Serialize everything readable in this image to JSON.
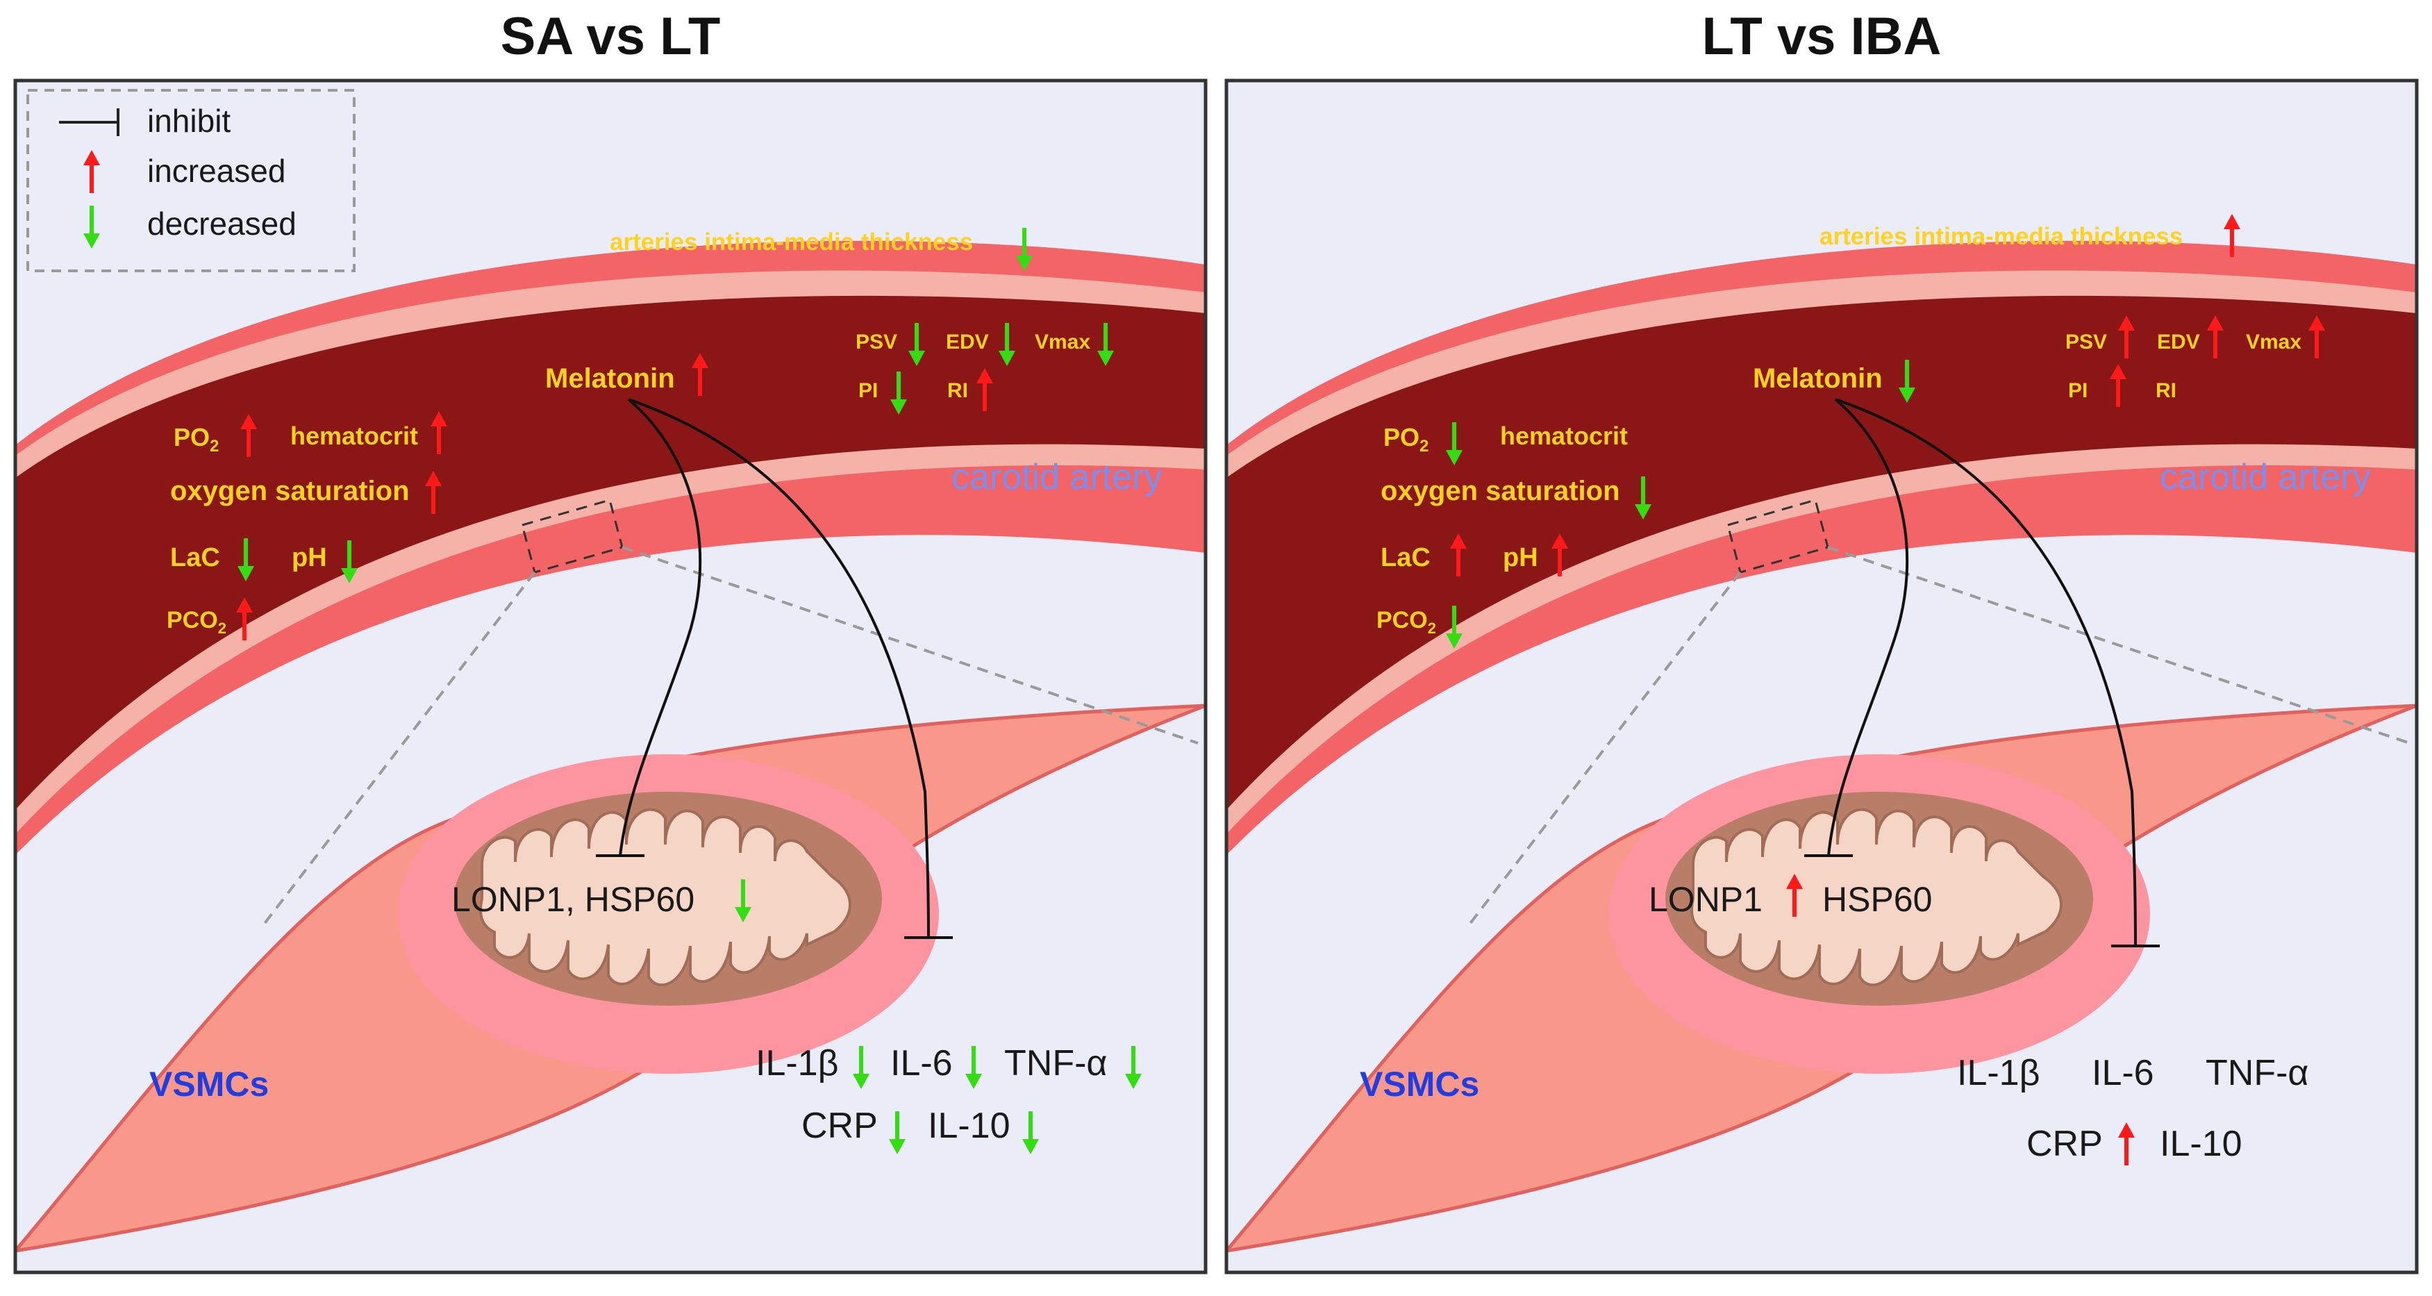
{
  "colors": {
    "panel_bg": "#eaecf8",
    "outer_wall": "#f26466",
    "inner_lining": "#f4b2a8",
    "lumen": "#8b1616",
    "cell_fill": "#f7988a",
    "mito_outer": "#b87e67",
    "mito_inner": "#f4d5c6",
    "increase_arrow": "#ff1a1a",
    "decrease_arrow": "#33dd11",
    "label_yellow": "#ffd21f",
    "carotid_label": "#7b8ff0",
    "vsmc_label": "#1f3de0"
  },
  "legend": {
    "inhibit": "inhibit",
    "increased": "increased",
    "decreased": "decreased"
  },
  "panels": [
    {
      "title": "SA vs LT",
      "labels": {
        "imt": "arteries intima-media thickness",
        "melatonin": "Melatonin",
        "psv": "PSV",
        "edv": "EDV",
        "vmax": "Vmax",
        "pi": "PI",
        "ri": "RI",
        "po2": "PO",
        "po2_sub": "2",
        "hematocrit": "hematocrit",
        "oxygen": "oxygen saturation",
        "lac": "LaC",
        "ph": "pH",
        "pco2": "PCO",
        "pco2_sub": "2",
        "carotid": "carotid artery",
        "vsmc": "VSMCs",
        "mito": "LONP1, HSP60",
        "il1b": "IL-1β",
        "il6": "IL-6",
        "tnfa": "TNF-α",
        "crp": "CRP",
        "il10": "IL-10"
      },
      "arrows": {
        "imt": "down",
        "melatonin": "up",
        "psv": "down",
        "edv": "down",
        "vmax": "down",
        "pi": "down",
        "ri": "up",
        "po2": "up",
        "hematocrit": "up",
        "oxygen": "up",
        "lac": "down",
        "ph": "down",
        "pco2": "up",
        "mito": "down",
        "il1b": "down",
        "il6": "down",
        "tnfa": "down",
        "crp": "down",
        "il10": "down"
      }
    },
    {
      "title": "LT vs IBA",
      "labels": {
        "imt": "arteries intima-media thickness",
        "melatonin": "Melatonin",
        "psv": "PSV",
        "edv": "EDV",
        "vmax": "Vmax",
        "pi": "PI",
        "ri": "RI",
        "po2": "PO",
        "po2_sub": "2",
        "hematocrit": "hematocrit",
        "oxygen": "oxygen saturation",
        "lac": "LaC",
        "ph": "pH",
        "pco2": "PCO",
        "pco2_sub": "2",
        "carotid": "carotid artery",
        "vsmc": "VSMCs",
        "mito_a": "LONP1",
        "mito_b": "HSP60",
        "il1b": "IL-1β",
        "il6": "IL-6",
        "tnfa": "TNF-α",
        "crp": "CRP",
        "il10": "IL-10"
      },
      "arrows": {
        "imt": "up",
        "melatonin": "down",
        "psv": "up",
        "edv": "up",
        "vmax": "up",
        "pi": "up",
        "po2": "down",
        "oxygen": "down",
        "lac": "up",
        "ph": "up",
        "pco2": "down",
        "mito": "up",
        "crp": "up"
      }
    }
  ]
}
